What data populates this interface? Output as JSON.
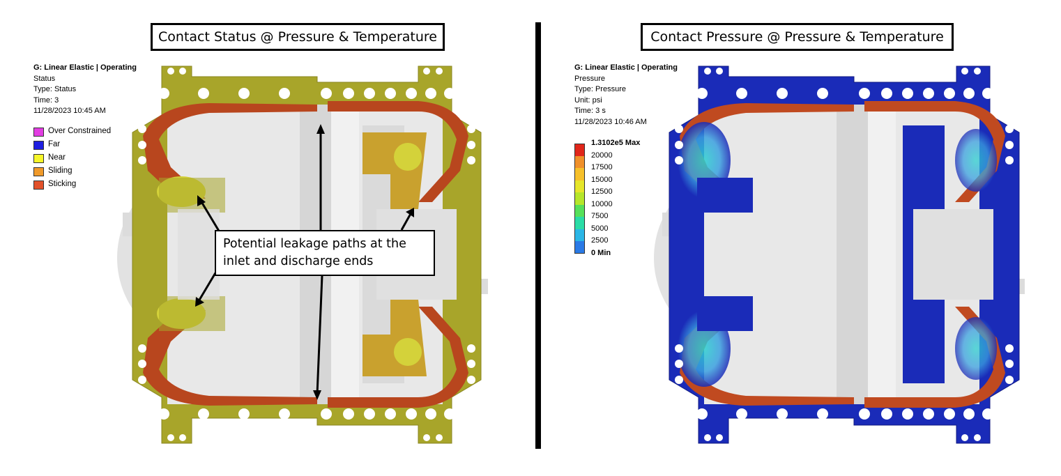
{
  "left_panel": {
    "title": "Contact Status @ Pressure & Temperature",
    "legend": {
      "header": "G: Linear Elastic | Operating",
      "lines": [
        "Status",
        "Type: Status",
        "Time: 3",
        "11/28/2023 10:45 AM"
      ],
      "keys": [
        {
          "label": "Over Constrained",
          "color": "#e23de2"
        },
        {
          "label": "Far",
          "color": "#1e1ee0"
        },
        {
          "label": "Near",
          "color": "#f6f62a"
        },
        {
          "label": "Sliding",
          "color": "#f09a2a"
        },
        {
          "label": "Sticking",
          "color": "#e2512a"
        }
      ]
    },
    "callout": {
      "line1": "Potential leakage paths at the",
      "line2": "inlet and discharge ends"
    }
  },
  "right_panel": {
    "title": "Contact Pressure @ Pressure & Temperature",
    "legend": {
      "header": "G: Linear Elastic | Operating",
      "lines": [
        "Pressure",
        "Type: Pressure",
        "Unit: psi",
        "Time: 3 s",
        "11/28/2023 10:46 AM"
      ],
      "scale": [
        {
          "label": "1.3102e5 Max",
          "color": "#e0261a"
        },
        {
          "label": "20000",
          "color": "#f0902a"
        },
        {
          "label": "17500",
          "color": "#f6c02a"
        },
        {
          "label": "15000",
          "color": "#e6e62a"
        },
        {
          "label": "12500",
          "color": "#b6e62a"
        },
        {
          "label": "10000",
          "color": "#56e05a"
        },
        {
          "label": "7500",
          "color": "#2adca6"
        },
        {
          "label": "5000",
          "color": "#2ab6e6"
        },
        {
          "label": "2500",
          "color": "#2a7ae6"
        },
        {
          "label": "0 Min",
          "color": "#1e1ee6"
        }
      ]
    }
  },
  "colors": {
    "gasket_status": "#a8a52a",
    "sticking": "#b8461e",
    "gasket_pressure": "#1a2bb8",
    "hot": "#c04a20"
  }
}
